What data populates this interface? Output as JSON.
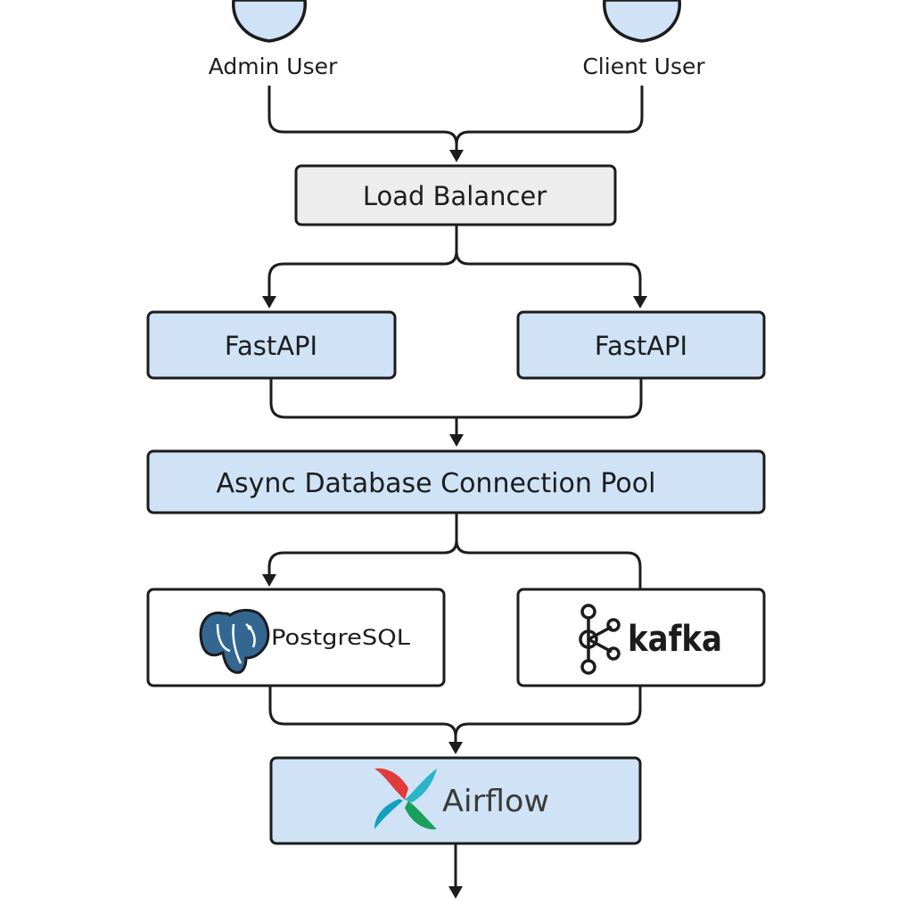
{
  "users": {
    "admin_label": "Admin User",
    "client_label": "Client User"
  },
  "load_balancer": {
    "label": "Load Balancer"
  },
  "api_servers": [
    {
      "label": "FastAPI"
    },
    {
      "label": "FastAPI"
    }
  ],
  "connection_pool": {
    "label": "Async Database Connection Pool"
  },
  "data_stores": {
    "postgres_label": "PostgreSQL",
    "kafka_label": "kafka"
  },
  "orchestrator": {
    "label": "Airflow"
  },
  "colors": {
    "node_fill_blue": "#cfe2f6",
    "node_fill_gray": "#ededed",
    "node_fill_white": "#ffffff",
    "user_fill": "#cfe2f6",
    "stroke": "#1c1c1c",
    "postgres_blue": "#336791"
  },
  "icons": {
    "users": "user-icon",
    "postgres": "postgres-elephant-icon",
    "kafka": "kafka-icon",
    "airflow": "airflow-pinwheel-icon"
  }
}
